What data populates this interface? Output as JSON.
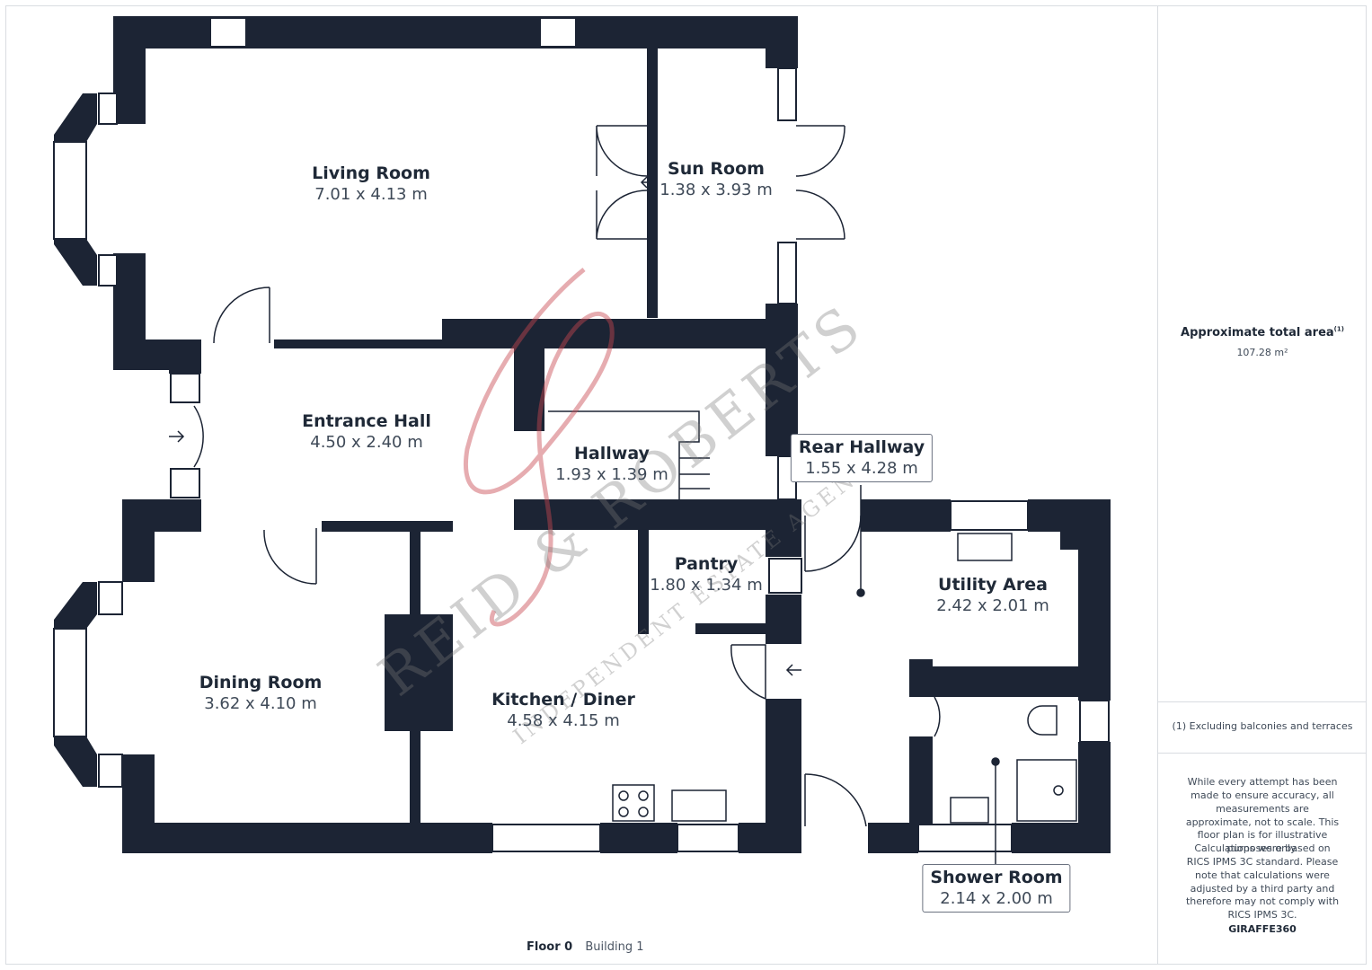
{
  "plan": {
    "wall_color": "#1c2434",
    "rooms": [
      {
        "id": "living-room",
        "name": "Living Room",
        "dims": "7.01 x 4.13 m"
      },
      {
        "id": "sun-room",
        "name": "Sun Room",
        "dims": "1.38 x 3.93 m"
      },
      {
        "id": "entrance-hall",
        "name": "Entrance Hall",
        "dims": "4.50 x 2.40 m"
      },
      {
        "id": "hallway",
        "name": "Hallway",
        "dims": "1.93 x 1.39 m"
      },
      {
        "id": "rear-hallway",
        "name": "Rear Hallway",
        "dims": "1.55 x 4.28 m"
      },
      {
        "id": "pantry",
        "name": "Pantry",
        "dims": "1.80 x 1.34 m"
      },
      {
        "id": "utility-area",
        "name": "Utility Area",
        "dims": "2.42 x 2.01 m"
      },
      {
        "id": "dining-room",
        "name": "Dining Room",
        "dims": "3.62 x 4.10 m"
      },
      {
        "id": "kitchen-diner",
        "name": "Kitchen / Diner",
        "dims": "4.58 x 4.15 m"
      },
      {
        "id": "shower-room",
        "name": "Shower Room",
        "dims": "2.14 x 2.00 m"
      }
    ]
  },
  "watermark": {
    "main": "REID & ROBERTS",
    "sub": "INDEPENDENT ESTATE AGENTS"
  },
  "sidebar": {
    "total_label": "Approximate total area",
    "total_footnote_mark": "(1)",
    "total_value": "107.28 m²",
    "footnote": "(1) Excluding balconies and terraces",
    "disclaimer_1": "While every attempt has been made to ensure accuracy, all measurements are approximate, not to scale. This floor plan is for illustrative purposes only.",
    "disclaimer_2": "Calculations were based on RICS IPMS 3C standard. Please note that calculations were adjusted by a third party and therefore may not comply with RICS IPMS 3C.",
    "brand": "GIRAFFE360"
  },
  "footer": {
    "floor": "Floor 0",
    "building": "Building 1"
  }
}
